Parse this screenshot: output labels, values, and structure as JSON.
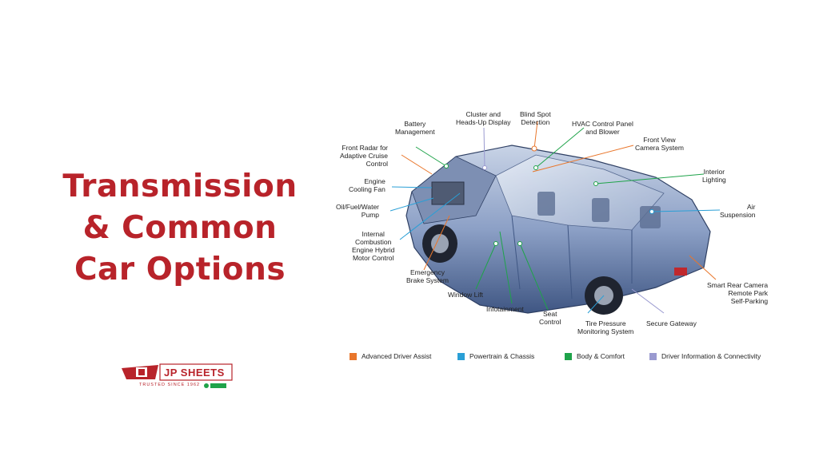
{
  "title": {
    "line1": "Transmission",
    "line2": "& Common",
    "line3": "Car Options"
  },
  "logo": {
    "name": "JP SHEETS",
    "tagline": "TRUSTED SINCE 1962"
  },
  "colors": {
    "title_red": "#b8232a",
    "advanced_driver_assist": "#e9762b",
    "powertrain_chassis": "#2a9fd6",
    "body_comfort": "#1fa34a",
    "driver_information": "#9a9ad0"
  },
  "callouts": {
    "battery": [
      "Battery",
      "Management"
    ],
    "cluster": [
      "Cluster and",
      "Heads-Up Display"
    ],
    "blind_spot": [
      "Blind Spot",
      "Detection"
    ],
    "hvac": [
      "HVAC Control Panel",
      "and Blower"
    ],
    "front_view_camera": [
      "Front View",
      "Camera System"
    ],
    "front_radar": [
      "Front Radar for",
      "Adaptive Cruise",
      "Control"
    ],
    "interior_lighting": [
      "Interior",
      "Lighting"
    ],
    "engine_cooling": [
      "Engine",
      "Cooling Fan"
    ],
    "air_suspension": [
      "Air",
      "Suspension"
    ],
    "oil_pump": [
      "Oil/Fuel/Water",
      "Pump"
    ],
    "ice_hybrid": [
      "Internal",
      "Combustion",
      "Engine Hybrid",
      "Motor Control"
    ],
    "emergency_brake": [
      "Emergency",
      "Brake System"
    ],
    "window_lift": [
      "Window Lift"
    ],
    "infotainment": [
      "Infotainment"
    ],
    "seat_control": [
      "Seat",
      "Control"
    ],
    "tire_pressure": [
      "Tire Pressure",
      "Monitoring System"
    ],
    "secure_gateway": [
      "Secure Gateway"
    ],
    "smart_rear_camera": [
      "Smart Rear Camera",
      "Remote Park",
      "Self-Parking"
    ]
  },
  "legend": [
    {
      "label": "Advanced Driver Assist",
      "color": "#e9762b"
    },
    {
      "label": "Powertrain & Chassis",
      "color": "#2a9fd6"
    },
    {
      "label": "Body & Comfort",
      "color": "#1fa34a"
    },
    {
      "label": "Driver Information & Connectivity",
      "color": "#9a9ad0"
    }
  ]
}
